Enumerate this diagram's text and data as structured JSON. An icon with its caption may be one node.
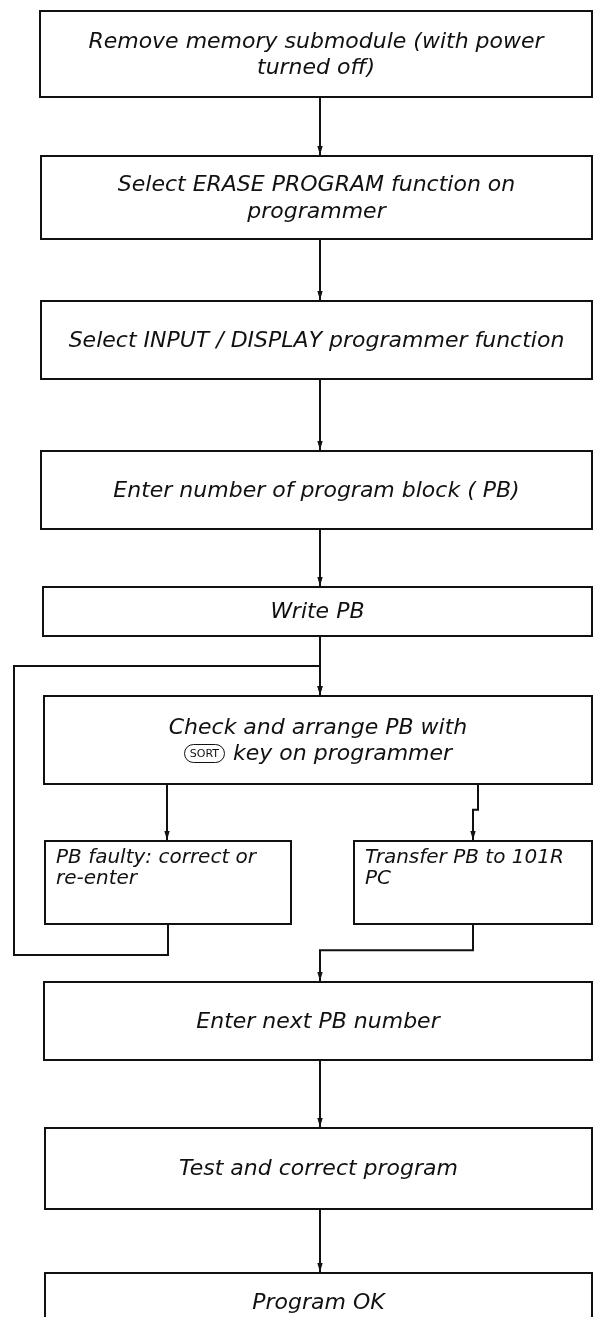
{
  "diagram": {
    "nodes": [
      {
        "text": [
          "Remove memory submodule (with power turned off)"
        ]
      },
      {
        "text": [
          "Select ERASE PROGRAM function on programmer"
        ]
      },
      {
        "text": [
          "Select INPUT / DISPLAY programmer function"
        ]
      },
      {
        "text": [
          "Enter number of program block ( PB)"
        ]
      },
      {
        "text": [
          "Write PB"
        ]
      },
      {
        "text": [
          "Check and arrange PB with",
          "key on programmer"
        ]
      },
      {
        "text": [
          "SORT"
        ],
        "in": 5
      },
      {
        "text": [
          "PB faulty: correct or re-enter"
        ]
      },
      {
        "text": [
          "Transfer PB to 101R PC"
        ]
      },
      {
        "text": [
          "Enter next PB number"
        ]
      },
      {
        "text": [
          "Test and correct program"
        ]
      },
      {
        "text": [
          "Program OK"
        ]
      }
    ],
    "edges": [
      {
        "from": 0,
        "to": 1,
        "arrow": "to"
      },
      {
        "from": 1,
        "to": 2,
        "arrow": "to"
      },
      {
        "from": 2,
        "to": 3,
        "arrow": "to"
      },
      {
        "from": 3,
        "to": 4,
        "arrow": "to"
      },
      {
        "from": 4,
        "to": 5,
        "arrow": "to"
      },
      {
        "from": 5,
        "to": 7,
        "arrow": "to"
      },
      {
        "from": 5,
        "to": 8,
        "arrow": "to"
      },
      {
        "from": 7,
        "to": 5,
        "arrow": "to"
      },
      {
        "from": 8,
        "to": 9,
        "arrow": "to"
      },
      {
        "from": 9,
        "to": 10,
        "arrow": "to"
      },
      {
        "from": 10,
        "to": 11,
        "arrow": "to"
      }
    ]
  }
}
